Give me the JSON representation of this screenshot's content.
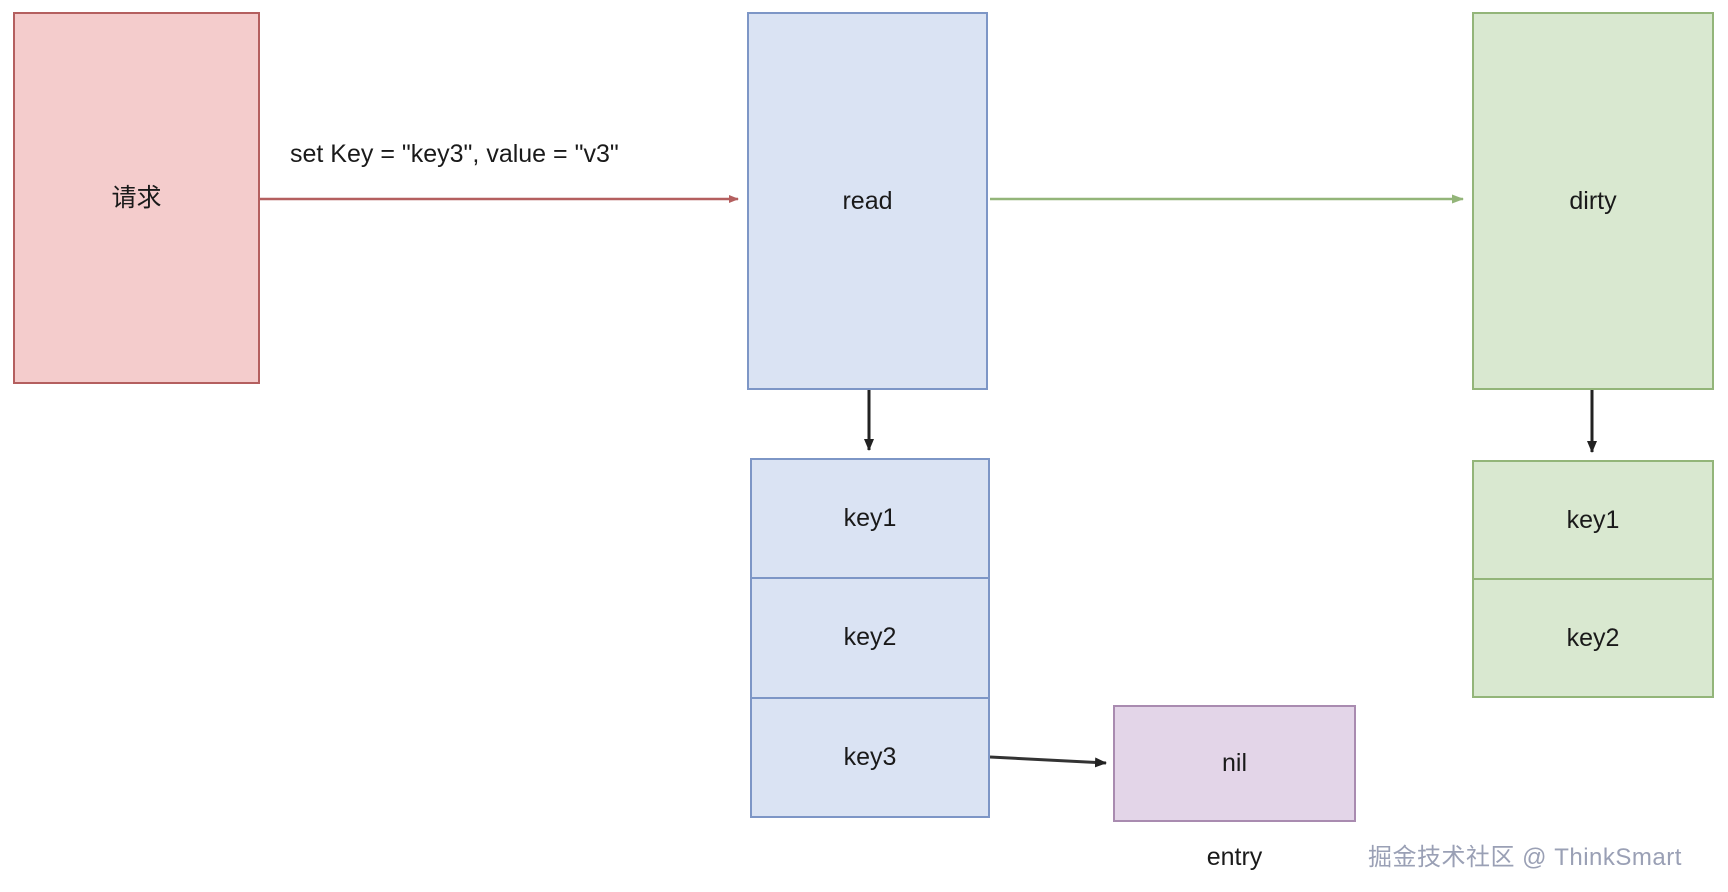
{
  "diagram": {
    "title": "sync.Map read / dirty store diagram",
    "colors": {
      "red_fill": "#f4cccc",
      "red_stroke": "#b45f5f",
      "blue_fill": "#dae3f3",
      "blue_stroke": "#7d96c6",
      "green_fill": "#d9e8d0",
      "green_stroke": "#93b579",
      "purple_fill": "#e3d5e8",
      "purple_stroke": "#a98bb0",
      "arrow_black": "#333333",
      "text": "#1a1a1a",
      "watermark": "#9aa0b5"
    },
    "nodes": {
      "request": {
        "label": "请求"
      },
      "read": {
        "label": "read"
      },
      "dirty": {
        "label": "dirty"
      },
      "entry": {
        "label": "nil",
        "caption": "entry"
      }
    },
    "read_keys": [
      {
        "label": "key1"
      },
      {
        "label": "key2"
      },
      {
        "label": "key3"
      }
    ],
    "dirty_keys": [
      {
        "label": "key1"
      },
      {
        "label": "key2"
      }
    ],
    "edges": {
      "request_to_read": {
        "label": "set Key = \"key3\", value = \"v3\"",
        "color": "red"
      },
      "read_to_dirty": {
        "label": "",
        "color": "green"
      },
      "read_to_readkeys": {
        "label": "",
        "color": "black"
      },
      "dirty_to_dirtykeys": {
        "label": "",
        "color": "black"
      },
      "key3_to_entry": {
        "label": "",
        "color": "black"
      }
    },
    "watermark": "掘金技术社区 @ ThinkSmart"
  }
}
